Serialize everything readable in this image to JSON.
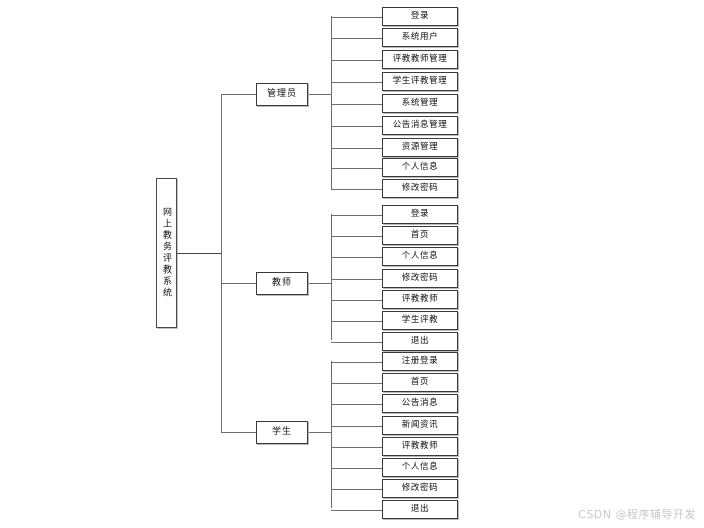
{
  "diagram": {
    "root": {
      "label": "网上教务评教系统"
    },
    "branches": [
      {
        "key": "admin",
        "label": "管理员",
        "leaves": [
          {
            "label": "登录"
          },
          {
            "label": "系统用户"
          },
          {
            "label": "评教教师管理"
          },
          {
            "label": "学生评教管理"
          },
          {
            "label": "系统管理"
          },
          {
            "label": "公告消息管理"
          },
          {
            "label": "资源管理"
          },
          {
            "label": "个人信息"
          },
          {
            "label": "修改密码"
          }
        ]
      },
      {
        "key": "teacher",
        "label": "教师",
        "leaves": [
          {
            "label": "登录"
          },
          {
            "label": "首页"
          },
          {
            "label": "个人信息"
          },
          {
            "label": "修改密码"
          },
          {
            "label": "评教教师"
          },
          {
            "label": "学生评教"
          },
          {
            "label": "退出"
          }
        ]
      },
      {
        "key": "student",
        "label": "学生",
        "leaves": [
          {
            "label": "注册登录"
          },
          {
            "label": "首页"
          },
          {
            "label": "公告消息"
          },
          {
            "label": "新闻资讯"
          },
          {
            "label": "评教教师"
          },
          {
            "label": "个人信息"
          },
          {
            "label": "修改密码"
          },
          {
            "label": "退出"
          }
        ]
      }
    ]
  },
  "watermark": {
    "text": "CSDN @程序辅导开发"
  },
  "colors": {
    "line": "#6d6d6d",
    "box_border": "#3a3a3a",
    "box_shadow": "#b9b9b9",
    "text": "#101010",
    "watermark": "#c8c8c8",
    "background": "#ffffff"
  }
}
